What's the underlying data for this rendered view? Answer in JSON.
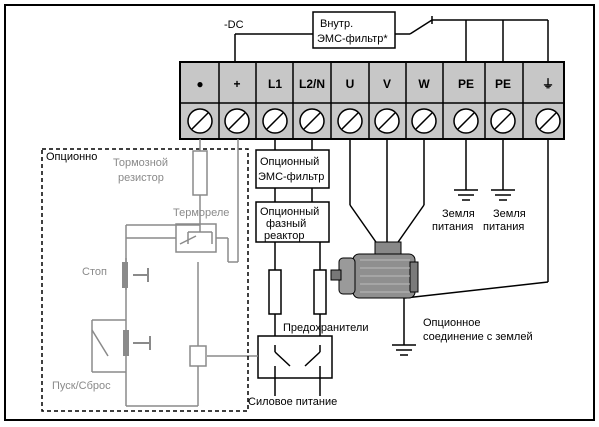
{
  "colors": {
    "ink": "#000000",
    "grey_optional": "#8a8a8a",
    "terminal_fill": "#c7c7c7",
    "motor_body": "#888888",
    "paper": "#ffffff"
  },
  "top": {
    "dc_label": "-DC",
    "internal_emc_filter": [
      "Внутр.",
      "ЭМС-фильтр*"
    ]
  },
  "terminals": [
    "●",
    "+",
    "L1",
    "L2/N",
    "U",
    "V",
    "W",
    "PE",
    "PE",
    "⏚"
  ],
  "optional_box_label": "Опционно",
  "brake_resistor": [
    "Тормозной",
    "резистор"
  ],
  "thermal_relay": "Термореле",
  "stop_label": "Стоп",
  "start_reset_label": "Пуск/Сброс",
  "opt_emc_filter": [
    "Опционный",
    "ЭМС-фильтр"
  ],
  "opt_phase_reactor": [
    "Опционный",
    "фазный",
    "реактор"
  ],
  "fuses_label": "Предохранители",
  "supply_label": "Силовое питание",
  "earth_supply_1": [
    "Земля",
    "питания"
  ],
  "earth_supply_2": [
    "Земля",
    "питания"
  ],
  "optional_ground": [
    "Опционное",
    "соединение с землей"
  ],
  "icons": [
    "motor-icon",
    "ground-symbol",
    "fuse",
    "screw-terminal"
  ]
}
